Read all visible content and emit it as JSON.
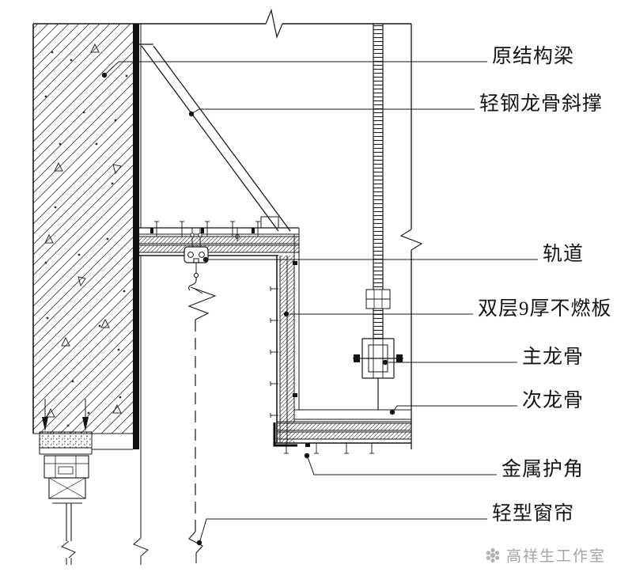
{
  "page": {
    "background": "#ffffff"
  },
  "drawing": {
    "type": "architectural-ceiling-section-detail",
    "labels": [
      {
        "id": "original-structural-beam",
        "text": "原结构梁"
      },
      {
        "id": "light-steel-keel-diagonal-brace",
        "text": "轻钢龙骨斜撑"
      },
      {
        "id": "curtain-track",
        "text": "轨道"
      },
      {
        "id": "double-layer-9mm-fireproof-board",
        "text": "双层9厚不燃板"
      },
      {
        "id": "main-runner",
        "text": "主龙骨"
      },
      {
        "id": "secondary-runner",
        "text": "次龙骨"
      },
      {
        "id": "metal-corner-guard",
        "text": "金属护角"
      },
      {
        "id": "light-curtain",
        "text": "轻型窗帘"
      }
    ],
    "watermark": {
      "icon": "flower-logo-icon",
      "text": "高祥生工作室"
    },
    "colors": {
      "line": "#181818",
      "fill_black": "#101010",
      "watermark": "#a3a3a3"
    }
  }
}
